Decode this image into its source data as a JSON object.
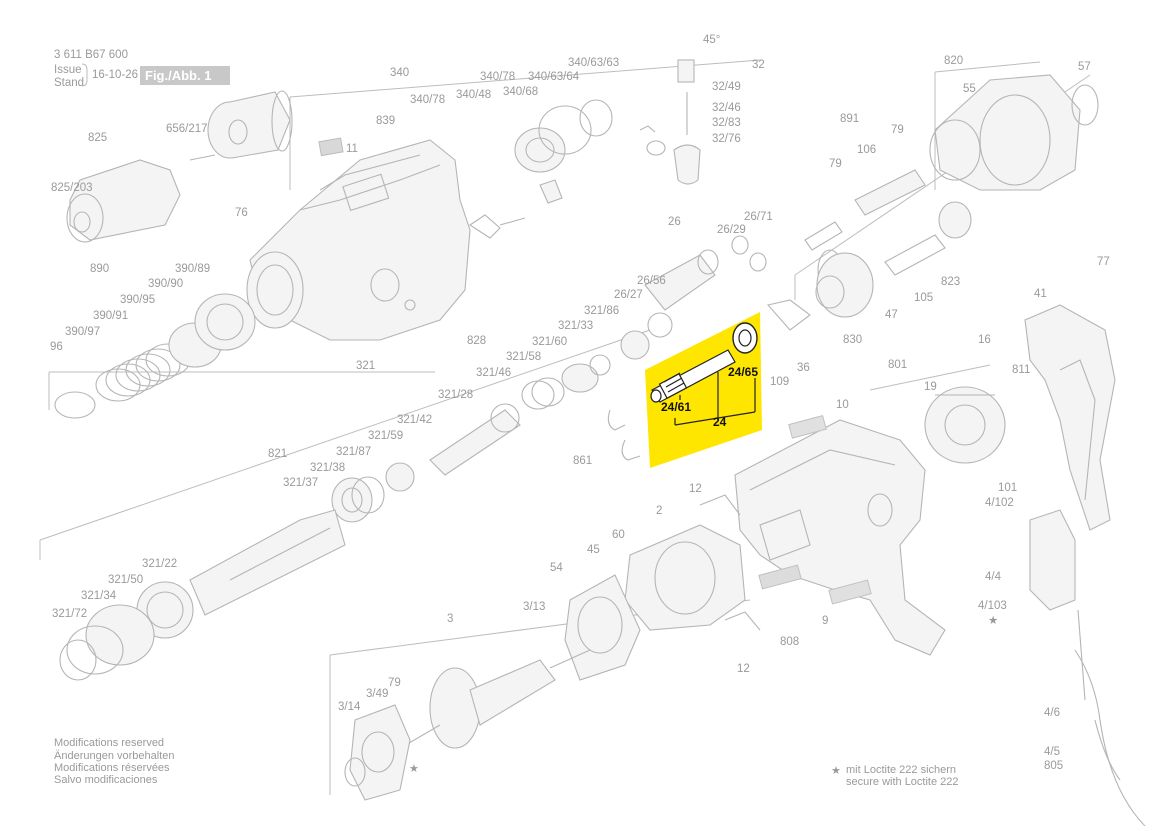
{
  "header": {
    "doc_number": "3 611 B67 600",
    "issue_label_1": "Issue",
    "issue_label_2": "Stand",
    "issue_date": "16-10-26",
    "figure_label": "Fig./Abb. 1"
  },
  "highlight": {
    "color": "#FFE600",
    "labels": {
      "pinion_shaft": "24/61",
      "bearing": "24/65",
      "assembly": "24"
    }
  },
  "part_labels": {
    "p340": "340",
    "p340_78a": "340/78",
    "p340_48": "340/48",
    "p340_78b": "340/78",
    "p340_68": "340/68",
    "p340_63_64": "340/63/64",
    "p340_63_63": "340/63/63",
    "p839": "839",
    "p825": "825",
    "p656_217": "656/217",
    "p825_203": "825/203",
    "p11": "11",
    "p76": "76",
    "p890": "890",
    "p390_89": "390/89",
    "p390_90": "390/90",
    "p390_95": "390/95",
    "p390_91": "390/91",
    "p390_97": "390/97",
    "p96": "96",
    "p321": "321",
    "p828": "828",
    "p321_86": "321/86",
    "p321_33": "321/33",
    "p321_60": "321/60",
    "p321_58": "321/58",
    "p321_46": "321/46",
    "p321_28": "321/28",
    "p321_42": "321/42",
    "p321_59": "321/59",
    "p821": "821",
    "p321_87": "321/87",
    "p321_38": "321/38",
    "p321_37": "321/37",
    "p321_22": "321/22",
    "p321_50": "321/50",
    "p321_34": "321/34",
    "p321_72": "321/72",
    "p45deg": "45°",
    "p32": "32",
    "p32_49": "32/49",
    "p32_46": "32/46",
    "p32_83": "32/83",
    "p32_76": "32/76",
    "p26": "26",
    "p26_29": "26/29",
    "p26_71": "26/71",
    "p26_56": "26/56",
    "p26_27": "26/27",
    "p891": "891",
    "p79a": "79",
    "p106": "106",
    "p79b": "79",
    "p820": "820",
    "p55": "55",
    "p57": "57",
    "p823": "823",
    "p105": "105",
    "p47": "47",
    "p830": "830",
    "p36": "36",
    "p109": "109",
    "p861": "861",
    "p801": "801",
    "p10": "10",
    "p16": "16",
    "p19": "19",
    "p811": "811",
    "p41": "41",
    "p77": "77",
    "p101": "101",
    "p4_102": "4/102",
    "p4_4": "4/4",
    "p4_103": "4/103",
    "p12a": "12",
    "p2": "2",
    "p60": "60",
    "p45": "45",
    "p54": "54",
    "p3_13": "3/13",
    "p3": "3",
    "p808": "808",
    "p9": "9",
    "p12b": "12",
    "p79c": "79",
    "p3_49": "3/49",
    "p3_14": "3/14",
    "p4_6": "4/6",
    "p4_5": "4/5",
    "p805": "805"
  },
  "notes": {
    "reserved": [
      "Modifications reserved",
      "Änderungen vorbehalten",
      "Modifications réservées",
      "Salvo modificaciones"
    ],
    "loctite_1": "mit Loctite 222 sichern",
    "loctite_2": "secure with Loctite 222",
    "star": "★"
  }
}
